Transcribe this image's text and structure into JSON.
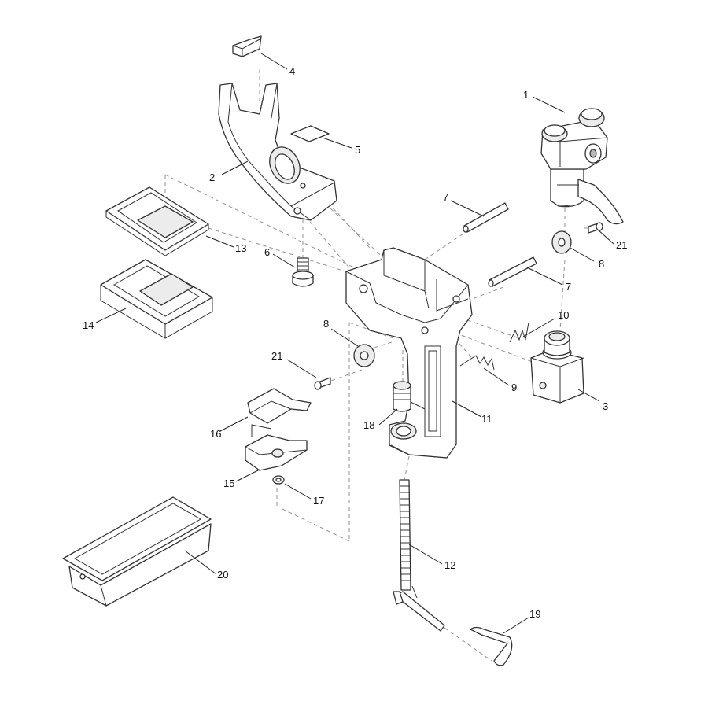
{
  "callouts": {
    "c1": "1",
    "c2": "2",
    "c3": "3",
    "c4": "4",
    "c5": "5",
    "c6": "6",
    "c7a": "7",
    "c7b": "7",
    "c8a": "8",
    "c8b": "8",
    "c9": "9",
    "c10": "10",
    "c11": "11",
    "c12": "12",
    "c13": "13",
    "c14": "14",
    "c15": "15",
    "c16": "16",
    "c17": "17",
    "c18": "18",
    "c19": "19",
    "c20": "20",
    "c21a": "21",
    "c21b": "21"
  },
  "colors": {
    "line": "#333333",
    "dashed": "#9a9a9a",
    "background": "#ffffff"
  }
}
